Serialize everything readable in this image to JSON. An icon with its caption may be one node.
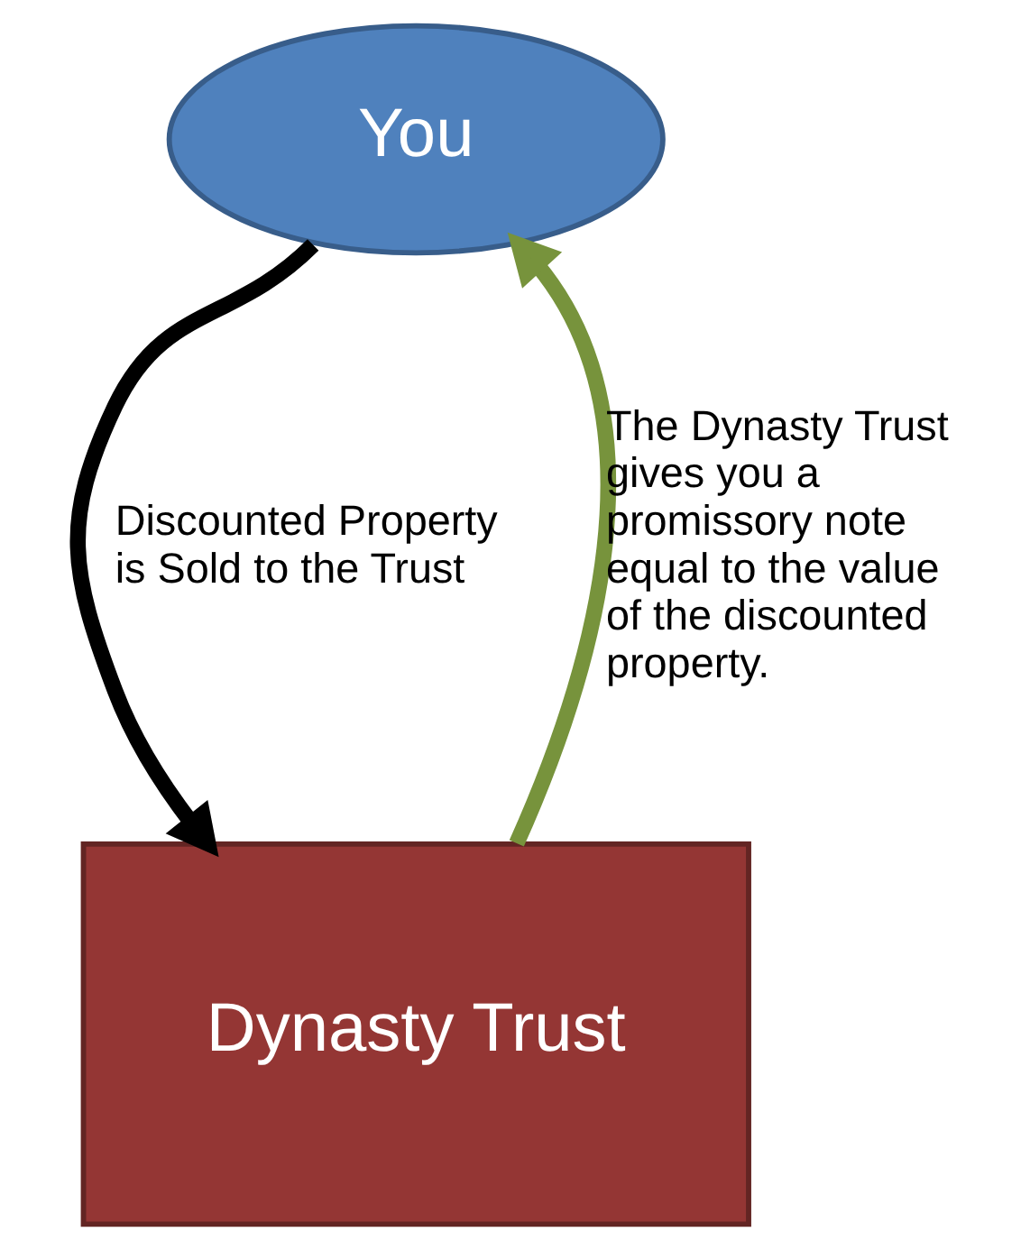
{
  "diagram": {
    "nodes": [
      {
        "text": [
          "You"
        ]
      },
      {
        "text": [
          "Dynasty Trust"
        ]
      }
    ],
    "edges": [
      {
        "from": 0,
        "to": 1,
        "arrow": "to",
        "color": "#000000",
        "label": "Discounted Property is Sold to the Trust"
      },
      {
        "from": 1,
        "to": 0,
        "arrow": "to",
        "color": "#77933c",
        "label": "The Dynasty Trust gives you a promissory note equal to the value of the discounted property."
      }
    ]
  }
}
